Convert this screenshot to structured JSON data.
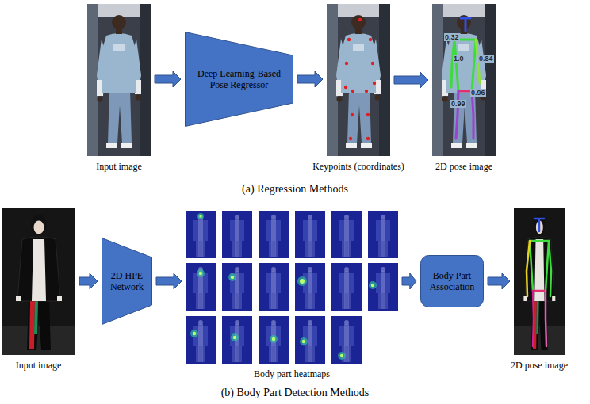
{
  "diagram": {
    "nodes": [
      {
        "text": [
          "Input image"
        ]
      },
      {
        "text": [
          "Deep Learning-Based Pose Regressor"
        ]
      },
      {
        "text": [
          "Keypoints (coordinates)"
        ]
      },
      {
        "text": [
          "2D pose image"
        ]
      },
      {
        "text": [
          "Input image"
        ]
      },
      {
        "text": [
          "2D HPE Network"
        ]
      },
      {
        "text": [
          "Body part heatmaps"
        ]
      },
      {
        "text": [
          "Body Part Association"
        ]
      },
      {
        "text": [
          "2D pose image"
        ]
      }
    ],
    "edges": [
      {
        "from": 0,
        "to": 1,
        "arrow": "to"
      },
      {
        "from": 1,
        "to": 2,
        "arrow": "to"
      },
      {
        "from": 2,
        "to": 3,
        "arrow": "to"
      },
      {
        "from": 4,
        "to": 5,
        "arrow": "to"
      },
      {
        "from": 5,
        "to": 6,
        "arrow": "to"
      },
      {
        "from": 6,
        "to": 7,
        "arrow": "to"
      },
      {
        "from": 7,
        "to": 8,
        "arrow": "to"
      }
    ],
    "labels": [
      "(a) Regression Methods",
      "(b) Body Part Detection Methods",
      "0.32",
      "1.0",
      "0.84",
      "0.96",
      "0.99"
    ]
  }
}
